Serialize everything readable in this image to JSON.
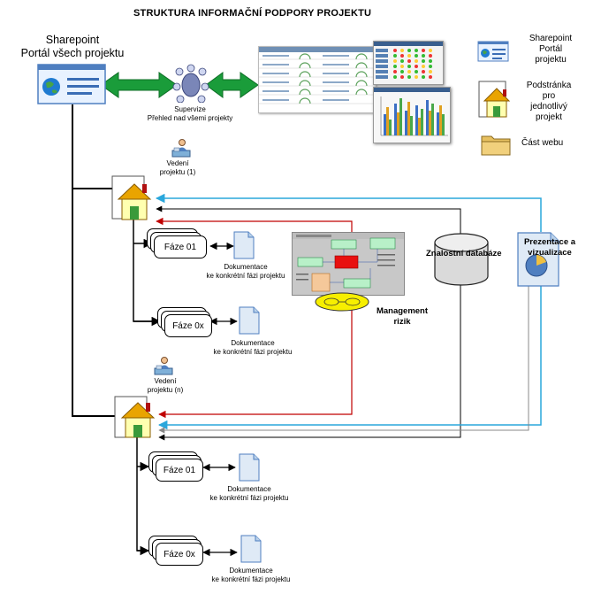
{
  "title": "STRUKTURA INFORMAČNÍ PODPORY PROJEKTU",
  "portal": {
    "line1": "Sharepoint",
    "line2": "Portál všech projektu"
  },
  "supervize": {
    "line1": "Supervize",
    "line2": "Přehled nad všemi projekty"
  },
  "legend": {
    "portal": [
      "Sharepoint",
      "Portál",
      "projektu"
    ],
    "subpage": [
      "Podstránka",
      "pro",
      "jednotlivý",
      "projekt"
    ],
    "section": "Část webu"
  },
  "project1": {
    "lead": [
      "Vedení",
      "projektu (1)"
    ],
    "phase_a": "Fáze 01",
    "phase_b": "Fáze 0x",
    "doc_a": [
      "Dokumentace",
      "ke konkrétní fázi projektu"
    ],
    "doc_b": [
      "Dokumentace",
      "ke konkrétní fázi projektu"
    ]
  },
  "projectN": {
    "lead": [
      "Vedení",
      "projektu (n)"
    ],
    "phase_a": "Fáze 01",
    "phase_b": "Fáze 0x",
    "doc_a": [
      "Dokumentace",
      "ke konkrétní fázi projektu"
    ],
    "doc_b": [
      "Dokumentace",
      "ke konkrétní fázi projektu"
    ]
  },
  "risk": {
    "line1": "Management",
    "line2": "rizik"
  },
  "knowledge_db": "Znalostní databáze",
  "presentation": {
    "line1": "Prezentace a",
    "line2": "vizualizace"
  },
  "colors": {
    "arrow_green": "#1a9c3a",
    "line_red": "#c00000",
    "line_blue": "#2aa7dc",
    "line_gray": "#888888",
    "house_roof": "#e9a400",
    "house_body": "#ffffb0",
    "folder": "#e7c060"
  }
}
